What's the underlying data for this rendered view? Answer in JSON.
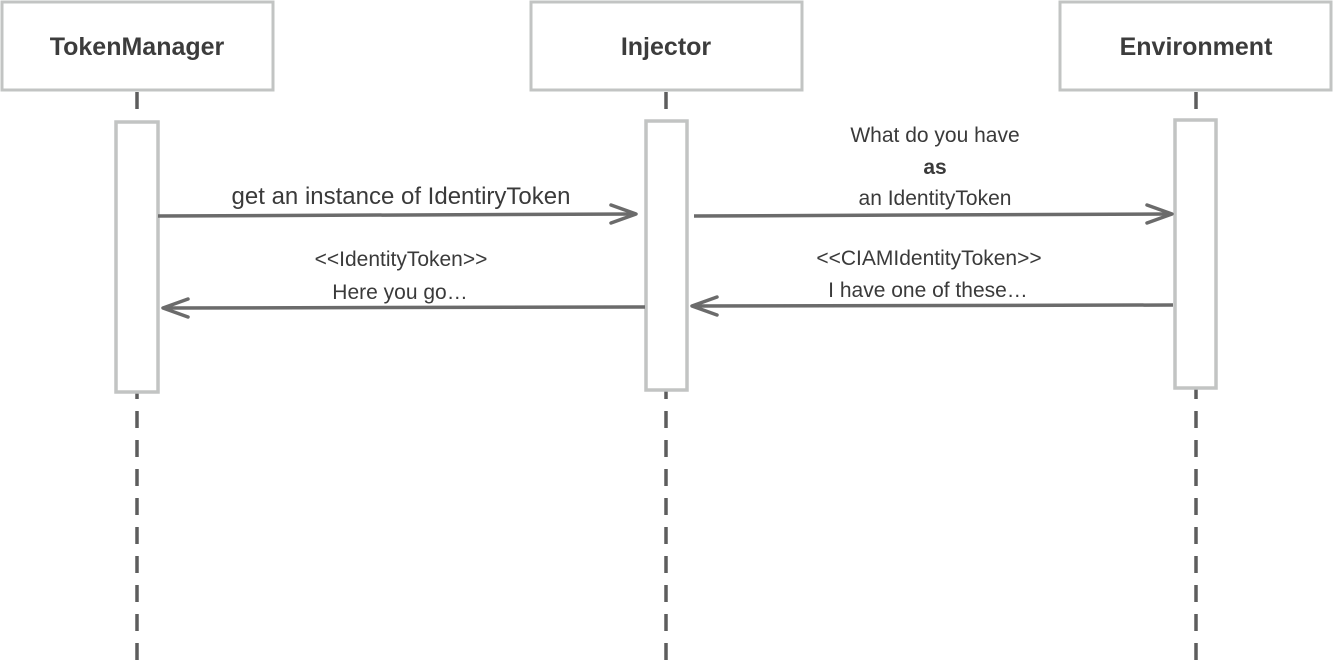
{
  "participants": [
    {
      "id": "tokenmanager",
      "label": "TokenManager"
    },
    {
      "id": "injector",
      "label": "Injector"
    },
    {
      "id": "environment",
      "label": "Environment"
    }
  ],
  "messages": [
    {
      "id": "m1",
      "from": "tokenmanager",
      "to": "injector",
      "lines": [
        "get an instance of IdentiryToken"
      ],
      "bold_line": null
    },
    {
      "id": "m2",
      "from": "injector",
      "to": "environment",
      "lines": [
        "What do you have",
        "as",
        "an IdentityToken"
      ],
      "bold_line": 1
    },
    {
      "id": "m3",
      "from": "environment",
      "to": "injector",
      "lines": [
        "<<CIAMIdentityToken>>",
        "I have one of these…"
      ],
      "bold_line": null
    },
    {
      "id": "m4",
      "from": "injector",
      "to": "tokenmanager",
      "lines": [
        "<<IdentityToken>>",
        "Here you go…"
      ],
      "bold_line": null
    }
  ],
  "colors": {
    "box_border": "#c2c4c3",
    "lifeline": "#5d5d5d",
    "arrow": "#6b6b6b",
    "text": "#3a3a3a"
  }
}
